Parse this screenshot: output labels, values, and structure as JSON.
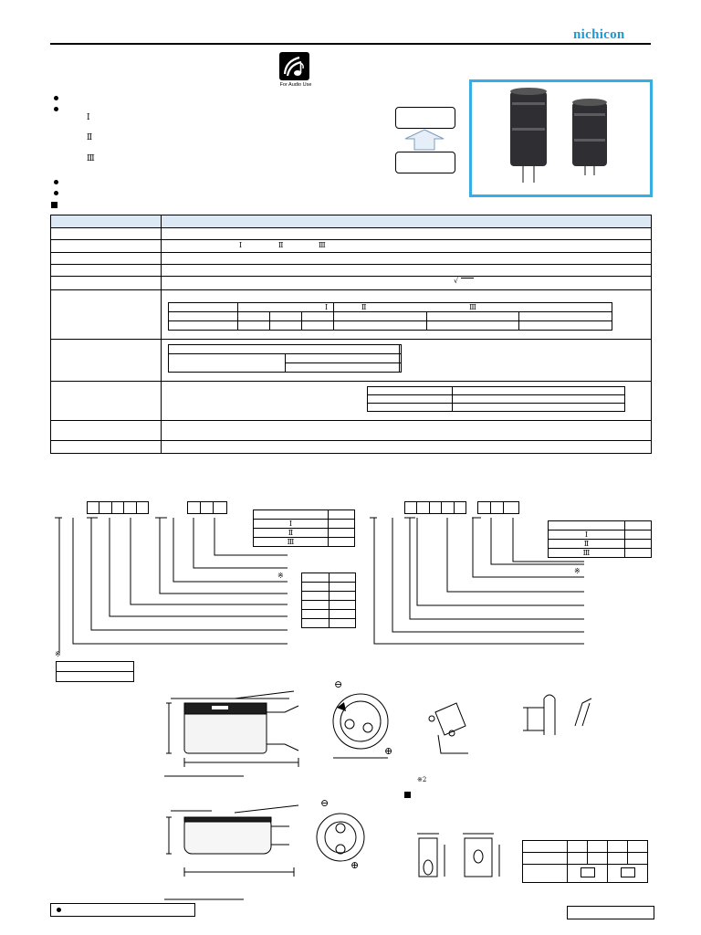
{
  "header": {
    "brand": "nichicon",
    "badge_caption": "For Audio Use"
  },
  "features": {
    "grades": [
      "Ⅰ",
      "Ⅱ",
      "Ⅲ"
    ]
  },
  "spec_table": {
    "grade_marks": [
      "Ⅰ",
      "Ⅱ",
      "Ⅲ"
    ],
    "sqrt_symbol": "√",
    "tan_header_marks": [
      "Ⅰ",
      "Ⅱ",
      "Ⅲ"
    ]
  },
  "part_number_left": {
    "grade_table": [
      "Ⅰ",
      "Ⅱ",
      "Ⅲ"
    ],
    "note_mark": "※",
    "footnote_mark": "※"
  },
  "part_number_right": {
    "grade_table": [
      "Ⅰ",
      "Ⅱ",
      "Ⅲ"
    ],
    "note_mark": "※"
  },
  "drawings": {
    "minus_mark": "⊖",
    "plus_mark": "⊕",
    "note_2": "※2"
  },
  "colors": {
    "accent_blue": "#35aee6",
    "header_fill": "#dce9f5",
    "brand_color": "#1a9ad6"
  },
  "icons": [
    "music-note-icon",
    "up-arrow-icon",
    "bullet-icon"
  ]
}
